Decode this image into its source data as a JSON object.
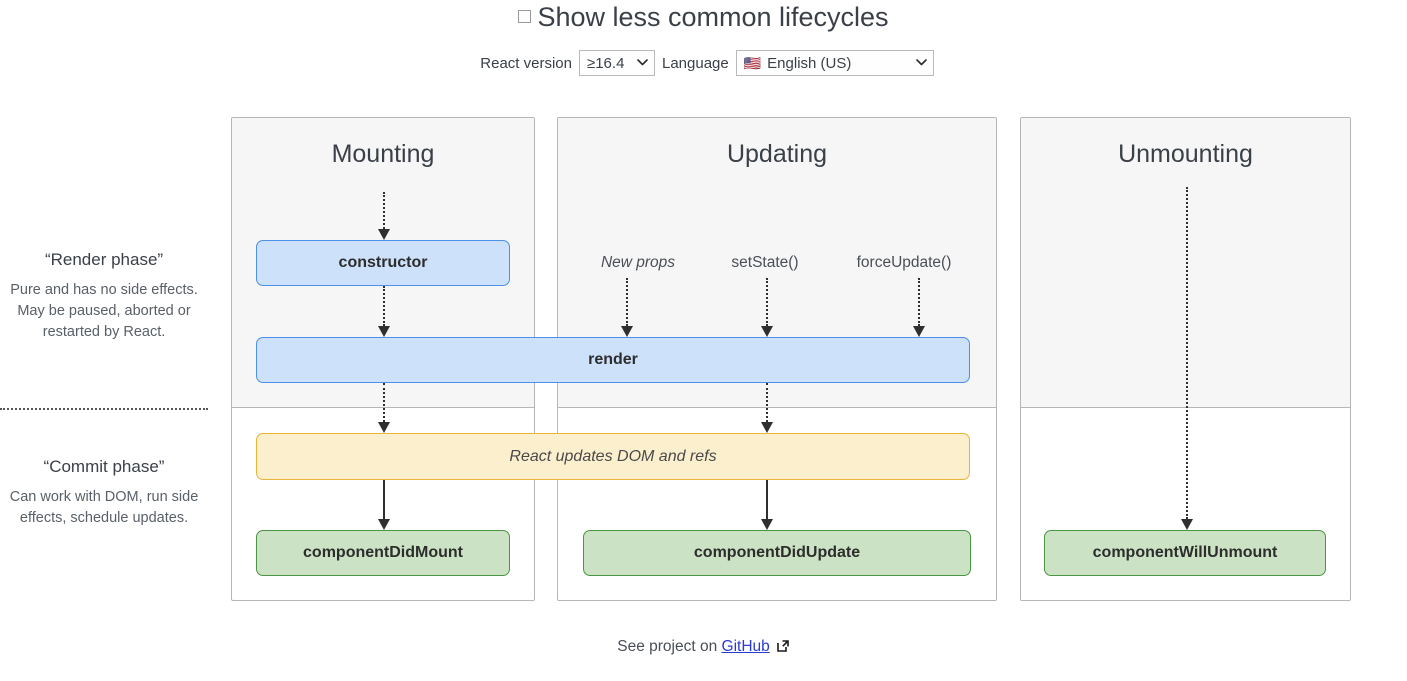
{
  "header": {
    "checkbox_label": "Show less common lifecycles",
    "checkbox_checked": false,
    "react_version_label": "React version",
    "react_version_value": "≥16.4",
    "language_label": "Language",
    "language_value": "English (US)",
    "language_flag": "🇺🇸",
    "chevron": "⌄"
  },
  "phases": [
    {
      "title": "“Render phase”",
      "description": "Pure and has no side effects. May be paused, aborted or restarted by React."
    },
    {
      "title": "“Commit phase”",
      "description": "Can work with DOM, run side effects, schedule updates."
    }
  ],
  "columns": [
    {
      "title": "Mounting"
    },
    {
      "title": "Updating"
    },
    {
      "title": "Unmounting"
    }
  ],
  "triggers": [
    {
      "label": "New props"
    },
    {
      "label": "setState()"
    },
    {
      "label": "forceUpdate()"
    }
  ],
  "nodes": {
    "constructor": "constructor",
    "render": "render",
    "dom_update": "React updates DOM and refs",
    "did_mount": "componentDidMount",
    "did_update": "componentDidUpdate",
    "will_unmount": "componentWillUnmount"
  },
  "colors": {
    "render_phase_box": "#cde1fb",
    "render_phase_border": "#4b91ec",
    "commit_dom_box": "#fcefcd",
    "commit_dom_border": "#e8b53c",
    "commit_box": "#cbe3c4",
    "commit_border": "#4a9544",
    "column_band": "#f6f6f6",
    "link": "#2b3ad0"
  },
  "footer": {
    "text": "See project on",
    "link_label": "GitHub"
  }
}
